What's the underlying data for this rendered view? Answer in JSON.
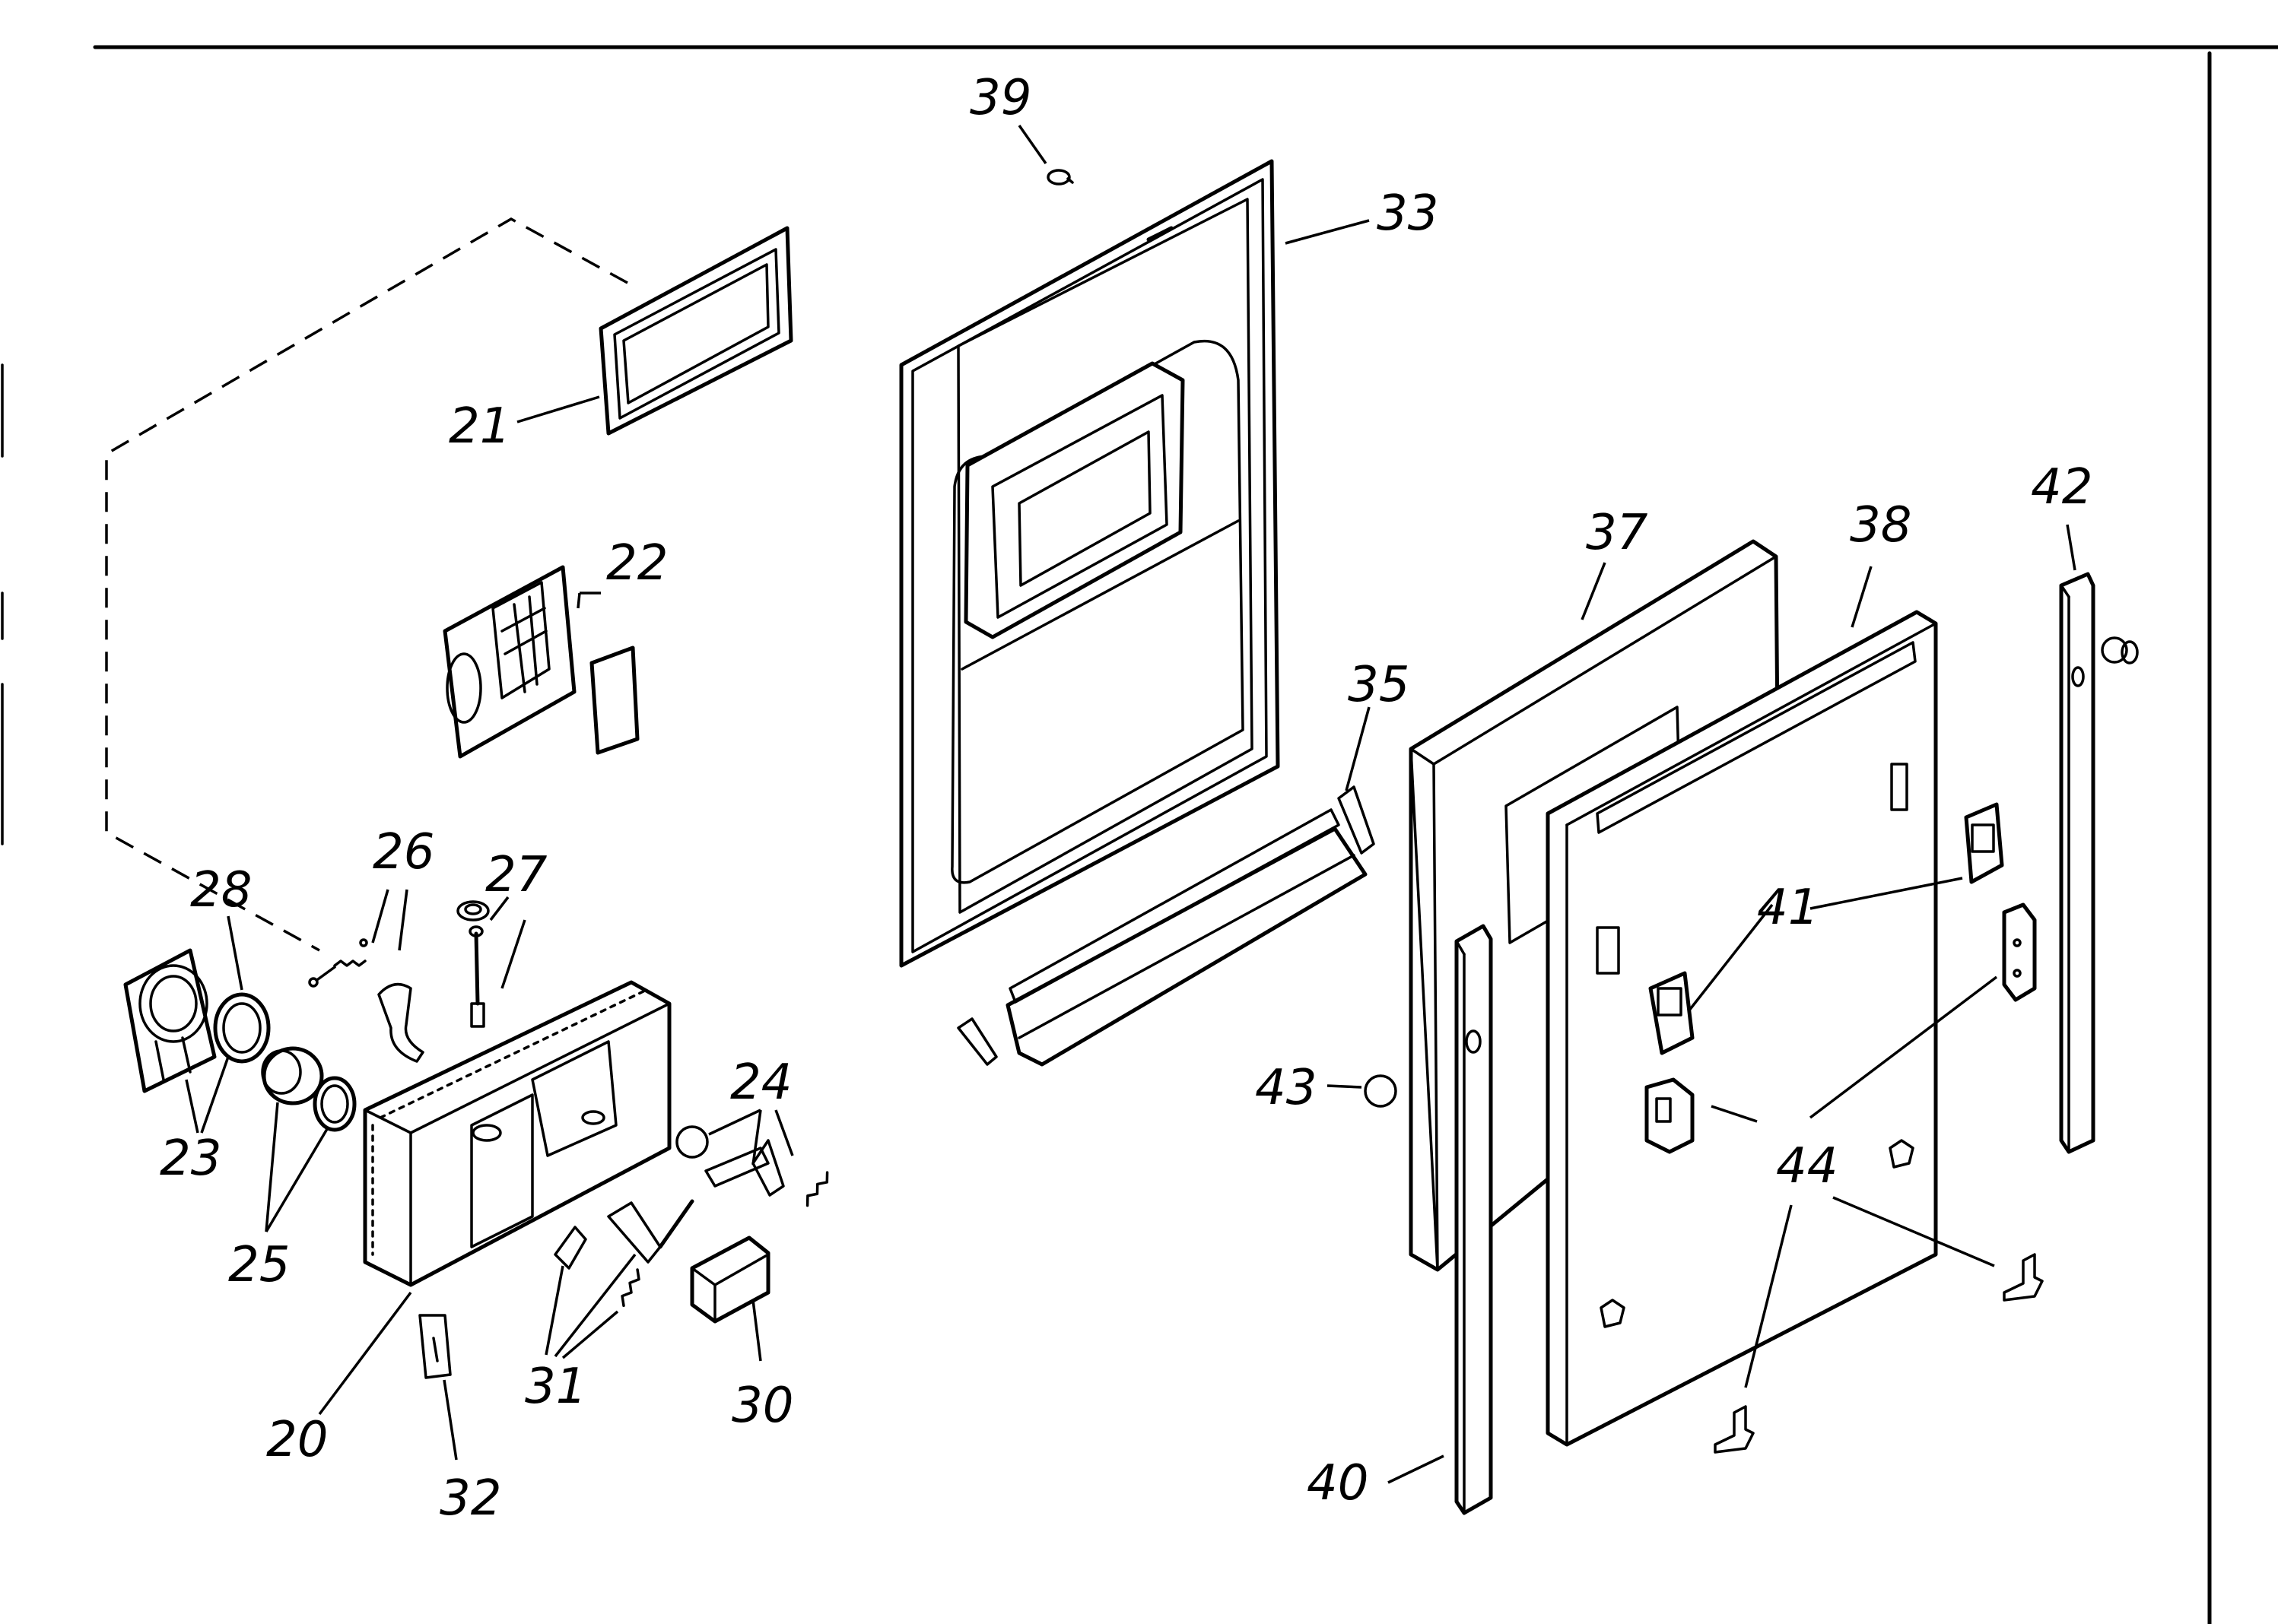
{
  "diagram": {
    "labels": {
      "p20": "20",
      "p21": "21",
      "p22": "22",
      "p23": "23",
      "p24": "24",
      "p25": "25",
      "p26": "26",
      "p27": "27",
      "p28": "28",
      "p30": "30",
      "p31": "31",
      "p32": "32",
      "p33": "33",
      "p35": "35",
      "p37": "37",
      "p38": "38",
      "p39": "39",
      "p40": "40",
      "p41": "41",
      "p42": "42",
      "p43": "43",
      "p44": "44"
    }
  }
}
